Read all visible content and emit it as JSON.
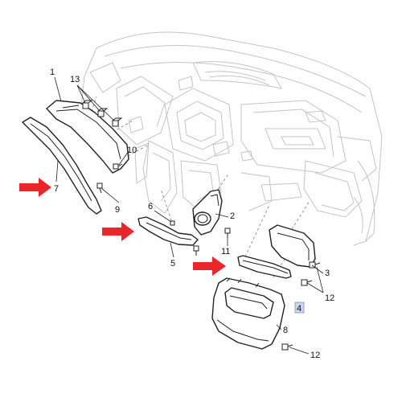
{
  "callouts": {
    "c1": "1",
    "c2": "2",
    "c3": "3",
    "c4": "4",
    "c5": "5",
    "c6": "6",
    "c7": "7",
    "c8": "8",
    "c9": "9",
    "c10": "10",
    "c11": "11",
    "c12a": "12",
    "c12b": "12",
    "c13": "13"
  },
  "colors": {
    "arrow": "#e8262b",
    "highlight": "#c9d6ee",
    "line": "#222222",
    "ghost": "#c4c4c4"
  }
}
